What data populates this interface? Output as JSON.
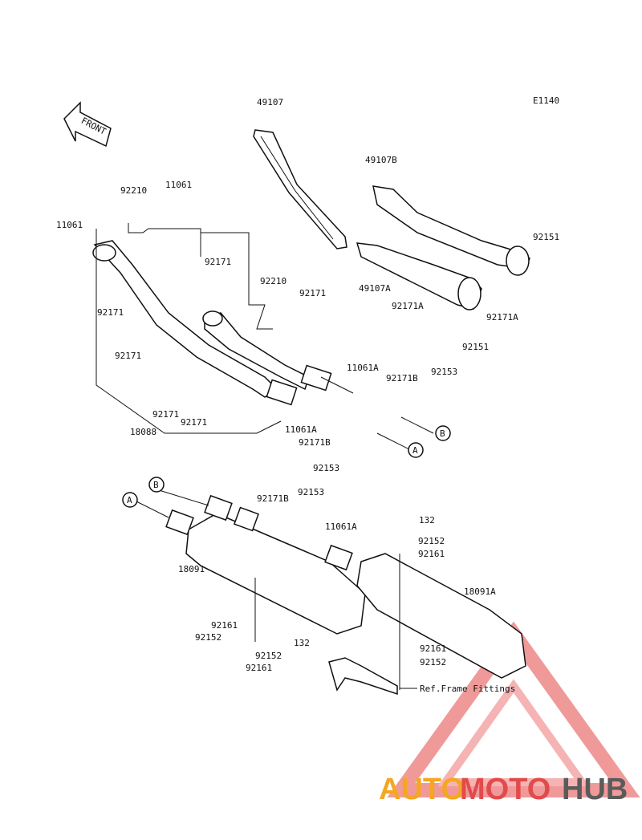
{
  "diagram_code": "E1140",
  "front_label": "FRONT",
  "ref_note": "Ref.Frame Fittings",
  "parts": {
    "p49107": "49107",
    "p49107B": "49107B",
    "p49107A": "49107A",
    "p92151_top": "92151",
    "p92171A_left": "92171A",
    "p92171A_right": "92171A",
    "p92151_bottom": "92151",
    "p92210_top": "92210",
    "p11061_top": "11061",
    "p11061_left": "11061",
    "p92171_a": "92171",
    "p92210_mid": "92210",
    "p92171_b": "92171",
    "p92171_c": "92171",
    "p92171_d": "92171",
    "p11061A_mid": "11061A",
    "p92171B_mid": "92171B",
    "p92153_mid": "92153",
    "p92171_e": "92171",
    "p92171_f": "92171",
    "p18088": "18088",
    "p11061A_low": "11061A",
    "p92171B_low": "92171B",
    "p92153_low": "92153",
    "p92171B_muffler": "92171B",
    "p92153_muffler": "92153",
    "p11061A_muffler": "11061A",
    "p132_top": "132",
    "p92152_top": "92152",
    "p92161_top": "92161",
    "p18091": "18091",
    "p18091A": "18091A",
    "p92161_left": "92161",
    "p92152_left": "92152",
    "p132_low": "132",
    "p92152_mid": "92152",
    "p92161_mid": "92161",
    "p92161_right": "92161",
    "p92152_right": "92152"
  },
  "markers": {
    "A_upper": "A",
    "B_upper": "B",
    "A_lower": "A",
    "B_lower": "B"
  },
  "watermark": {
    "part1": "AUTO",
    "part2": "MOTO",
    "part3": "HUB",
    "colors": {
      "auto": "#f5a623",
      "moto": "#e24b4b",
      "hub": "#5b5b5b"
    }
  }
}
